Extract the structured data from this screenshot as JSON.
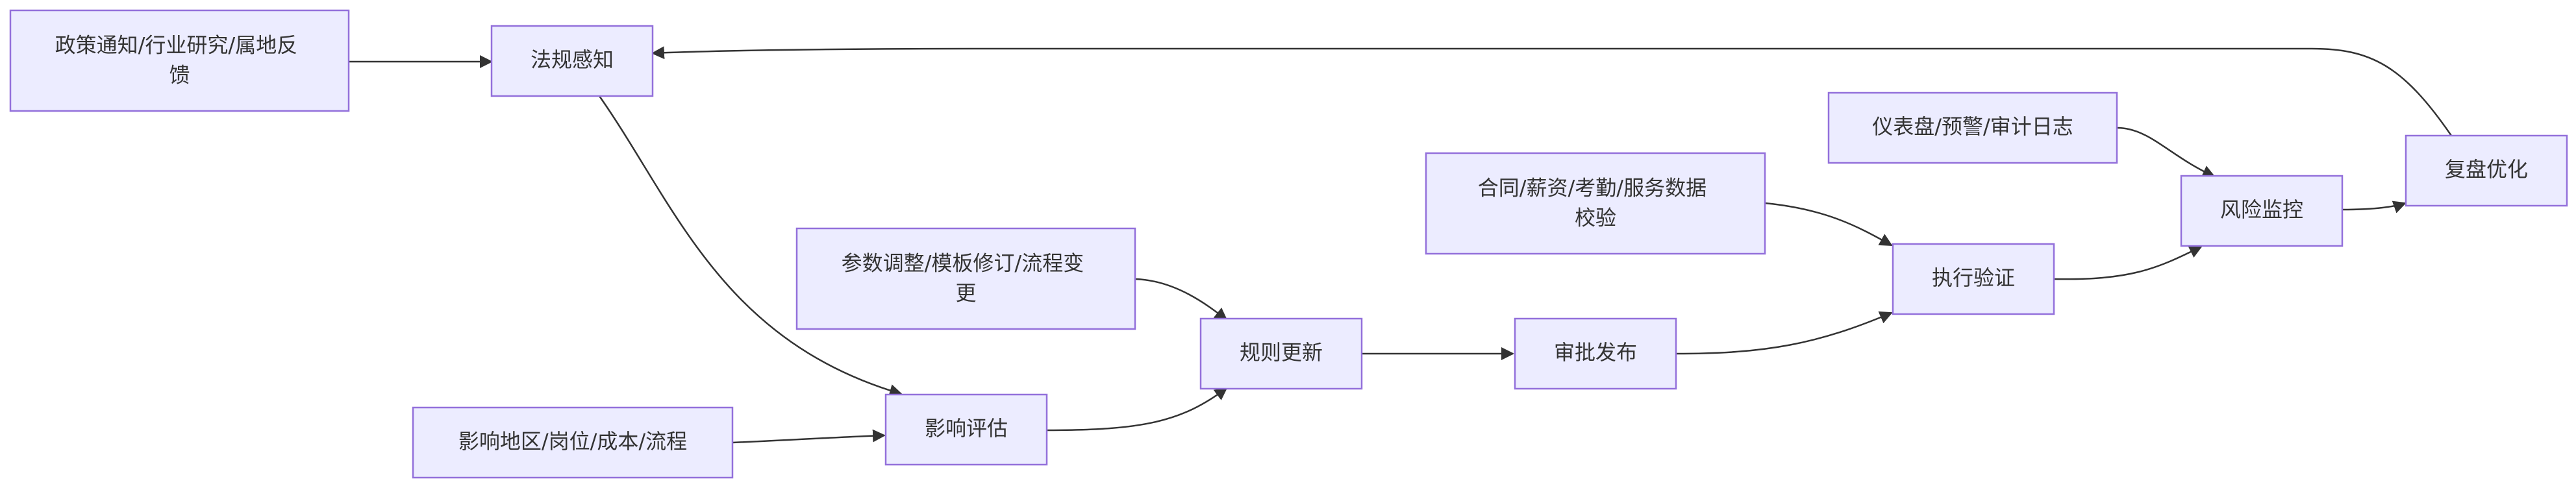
{
  "diagram": {
    "type": "flowchart",
    "nodes": {
      "policy": {
        "lines": [
          "政策通知/行业研究/属地反",
          "馈"
        ]
      },
      "sensing": {
        "lines": [
          "法规感知"
        ]
      },
      "params": {
        "lines": [
          "参数调整/模板修订/流程变",
          "更"
        ]
      },
      "impact_scope": {
        "lines": [
          "影响地区/岗位/成本/流程"
        ]
      },
      "impact_eval": {
        "lines": [
          "影响评估"
        ]
      },
      "rule_update": {
        "lines": [
          "规则更新"
        ]
      },
      "approval": {
        "lines": [
          "审批发布"
        ]
      },
      "data_check": {
        "lines": [
          "合同/薪资/考勤/服务数据",
          "校验"
        ]
      },
      "exec_verify": {
        "lines": [
          "执行验证"
        ]
      },
      "dashboard": {
        "lines": [
          "仪表盘/预警/审计日志"
        ]
      },
      "risk_monitor": {
        "lines": [
          "风险监控"
        ]
      },
      "review": {
        "lines": [
          "复盘优化"
        ]
      }
    },
    "edges": [
      {
        "from": "policy",
        "to": "sensing"
      },
      {
        "from": "sensing",
        "to": "impact_eval"
      },
      {
        "from": "impact_scope",
        "to": "impact_eval"
      },
      {
        "from": "impact_eval",
        "to": "rule_update"
      },
      {
        "from": "params",
        "to": "rule_update"
      },
      {
        "from": "rule_update",
        "to": "approval"
      },
      {
        "from": "approval",
        "to": "exec_verify"
      },
      {
        "from": "data_check",
        "to": "exec_verify"
      },
      {
        "from": "exec_verify",
        "to": "risk_monitor"
      },
      {
        "from": "dashboard",
        "to": "risk_monitor"
      },
      {
        "from": "risk_monitor",
        "to": "review"
      },
      {
        "from": "review",
        "to": "sensing"
      }
    ],
    "colors": {
      "node_fill": "#ECECFF",
      "node_stroke": "#9370DB",
      "edge": "#333333",
      "text": "#333333"
    }
  }
}
